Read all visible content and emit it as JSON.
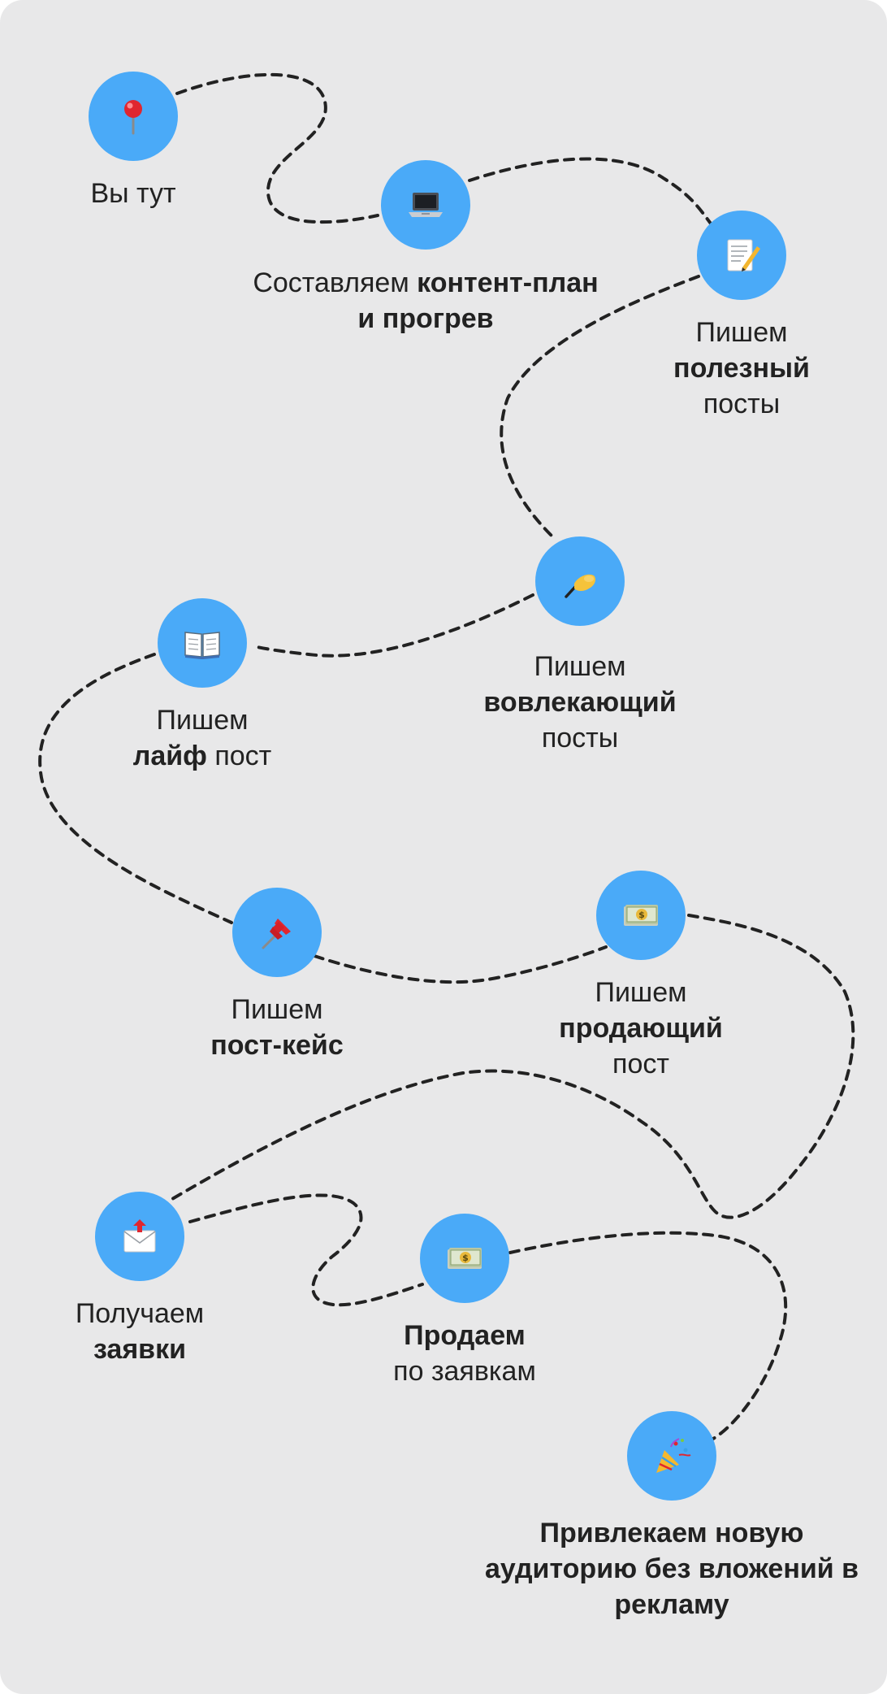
{
  "colors": {
    "background": "#e8e8e9",
    "node": "#4aaaf8",
    "text": "#222222",
    "path": "#222222"
  },
  "steps": [
    {
      "icon": "round-pushpin-icon",
      "label": {
        "plain_before": "Вы тут"
      }
    },
    {
      "icon": "laptop-icon",
      "label": {
        "plain_before": "Составляем ",
        "bold": "контент-план и прогрев"
      }
    },
    {
      "icon": "memo-icon",
      "label": {
        "plain_before": "Пишем",
        "bold": "полезный",
        "plain_after": "посты"
      }
    },
    {
      "icon": "writing-hand-icon",
      "label": {
        "plain_before": "Пишем",
        "bold": "вовлекающий",
        "plain_after": "посты"
      }
    },
    {
      "icon": "open-book-icon",
      "label": {
        "plain_before": "Пишем",
        "bold": "лайф",
        "plain_after": "пост"
      }
    },
    {
      "icon": "pushpin-icon",
      "label": {
        "plain_before": "Пишем",
        "bold": "пост-кейс"
      }
    },
    {
      "icon": "dollar-banknote-icon",
      "label": {
        "plain_before": "Пишем",
        "bold": "продающий",
        "plain_after": "пост"
      }
    },
    {
      "icon": "envelope-with-arrow-icon",
      "label": {
        "plain_before": "Получаем",
        "bold": "заявки"
      }
    },
    {
      "icon": "dollar-banknote-icon",
      "label": {
        "bold": "Продаем",
        "plain_after": "по заявкам"
      }
    },
    {
      "icon": "party-popper-icon",
      "label": {
        "bold": "Привлекаем новую аудиторию без вложений в рекламу"
      }
    }
  ]
}
